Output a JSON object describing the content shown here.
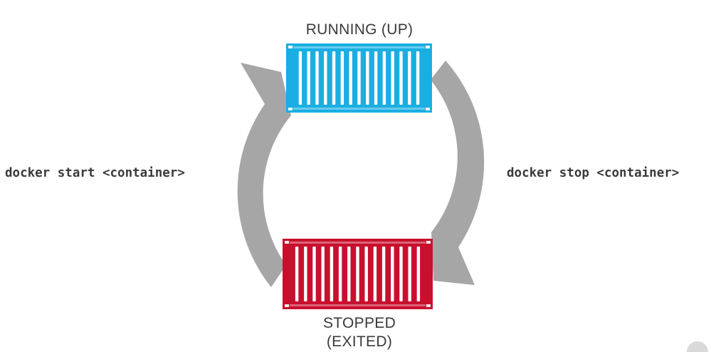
{
  "states": {
    "running": {
      "label": "RUNNING (UP)",
      "color": "#1aaee3"
    },
    "stopped": {
      "label_line1": "STOPPED",
      "label_line2": "(EXITED)",
      "color": "#c8102e"
    }
  },
  "transitions": {
    "start": {
      "command": "docker start <container>"
    },
    "stop": {
      "command": "docker stop <container>"
    }
  },
  "colors": {
    "arrow": "#a6a6a6",
    "text": "#3a3a3a"
  }
}
